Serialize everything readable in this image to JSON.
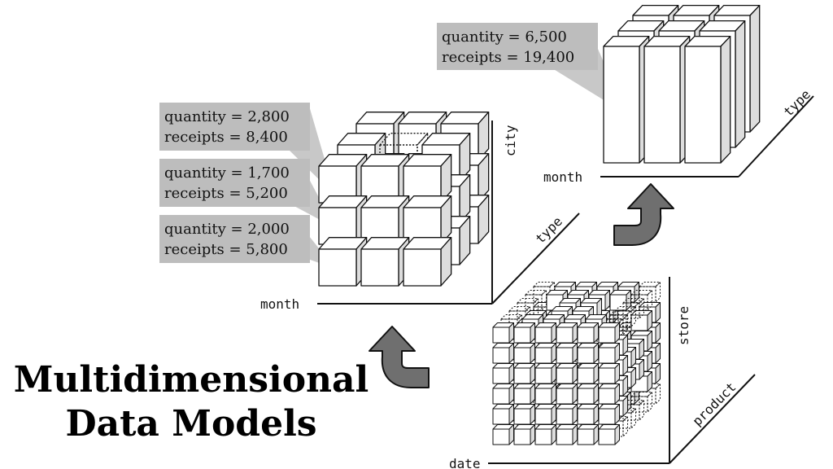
{
  "title": {
    "line1": "Multidimensional",
    "line2": "Data Models"
  },
  "colors": {
    "callout": "#bdbdbd",
    "arrow": "#6f6f6f",
    "cube_side": "#dddddd",
    "cube_front": "#ffffff",
    "stroke": "#111111"
  },
  "icons": {
    "arrow_1": "curved-arrow-up-left-icon",
    "arrow_2": "curved-arrow-up-right-icon"
  },
  "cubes": {
    "daily": {
      "axes": {
        "x": "date",
        "y": "store",
        "z": "product"
      }
    },
    "monthly": {
      "axes": {
        "x": "month",
        "y": "city",
        "z": "type"
      },
      "callouts": [
        {
          "quantity": "quantity = 2,800",
          "receipts": "receipts = 8,400"
        },
        {
          "quantity": "quantity = 1,700",
          "receipts": "receipts = 5,200"
        },
        {
          "quantity": "quantity = 2,000",
          "receipts": "receipts = 5,800"
        }
      ]
    },
    "rollup": {
      "axes": {
        "x": "month",
        "z": "type"
      },
      "callout": {
        "quantity": "quantity = 6,500",
        "receipts": "receipts = 19,400"
      }
    }
  }
}
